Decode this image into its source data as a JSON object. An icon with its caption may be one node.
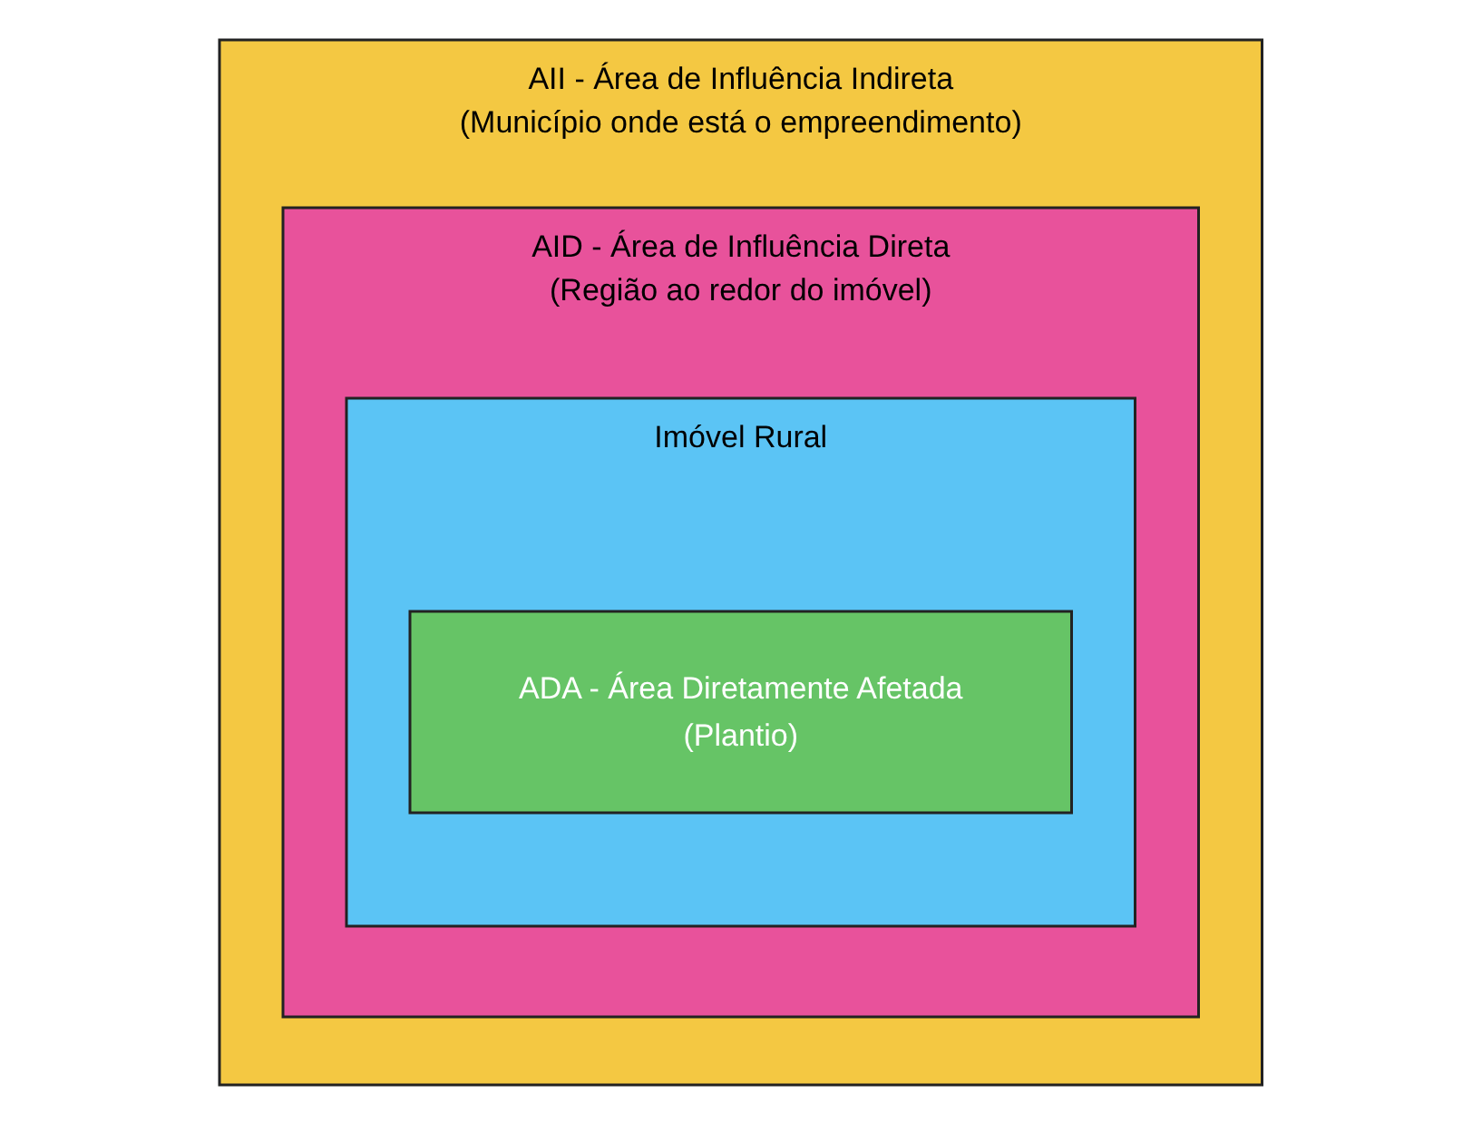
{
  "diagram": {
    "nodes": [
      {
        "text": [
          "AII - Área de Influência Indireta",
          "(Município onde está o empreendimento)"
        ]
      },
      {
        "text": [
          "AID - Área de Influência Direta",
          "(Região ao redor do imóvel)"
        ],
        "in": 0
      },
      {
        "text": [
          "Imóvel Rural"
        ],
        "in": 1
      },
      {
        "text": [
          "ADA - Área Diretamente Afetada",
          "(Plantio)"
        ],
        "in": 2
      }
    ],
    "edges": []
  }
}
